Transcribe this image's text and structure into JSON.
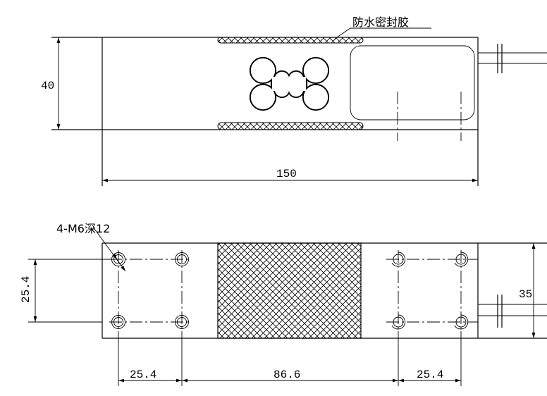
{
  "drawing": {
    "title": "Single point load cell dimension drawing",
    "labels": {
      "seal": "防水密封胶",
      "thread": "4-M6深12"
    },
    "dimensions": {
      "height_top": "40",
      "length": "150",
      "hole_spacing_vertical": "25.4",
      "width": "35",
      "hole_spacing_left": "25.4",
      "center_gap": "86.6",
      "hole_spacing_right": "25.4"
    },
    "colors": {
      "line": "#000000",
      "background": "#ffffff"
    }
  }
}
